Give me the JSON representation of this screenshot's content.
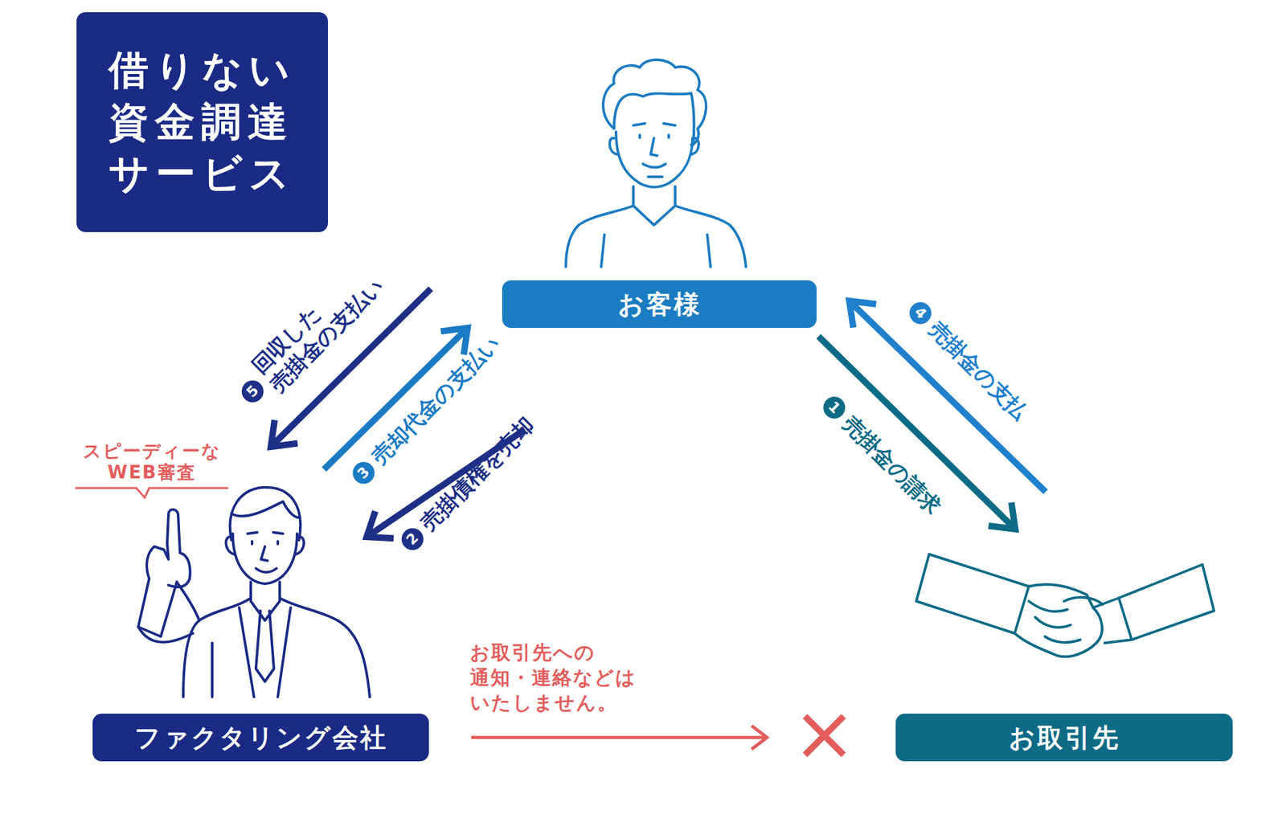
{
  "diagram": {
    "title": "借りない 資金調達 サービス",
    "nodes": [
      {
        "text": [
          "お客様"
        ]
      },
      {
        "text": [
          "ファクタリング会社"
        ]
      },
      {
        "text": [
          "お取引先"
        ]
      }
    ],
    "edges": [
      {
        "from": 0,
        "to": 1,
        "label": "回収した 売掛金の支払い",
        "arrow": "to"
      },
      {
        "from": 1,
        "to": 0,
        "label": "売却代金の支払い",
        "arrow": "to"
      },
      {
        "from": 0,
        "to": 1,
        "label": "売掛債権を売却",
        "arrow": "to"
      },
      {
        "from": 0,
        "to": 2,
        "label": "売掛金の請求",
        "arrow": "to"
      },
      {
        "from": 2,
        "to": 0,
        "label": "売掛金の支払",
        "arrow": "to"
      },
      {
        "from": 1,
        "to": 2,
        "label": "お取引先への 通知・連絡などは いたしません。",
        "arrow": "to"
      }
    ],
    "labels": [
      "5",
      "3",
      "2",
      "1",
      "4",
      "スピーディーな WEB審査"
    ]
  }
}
